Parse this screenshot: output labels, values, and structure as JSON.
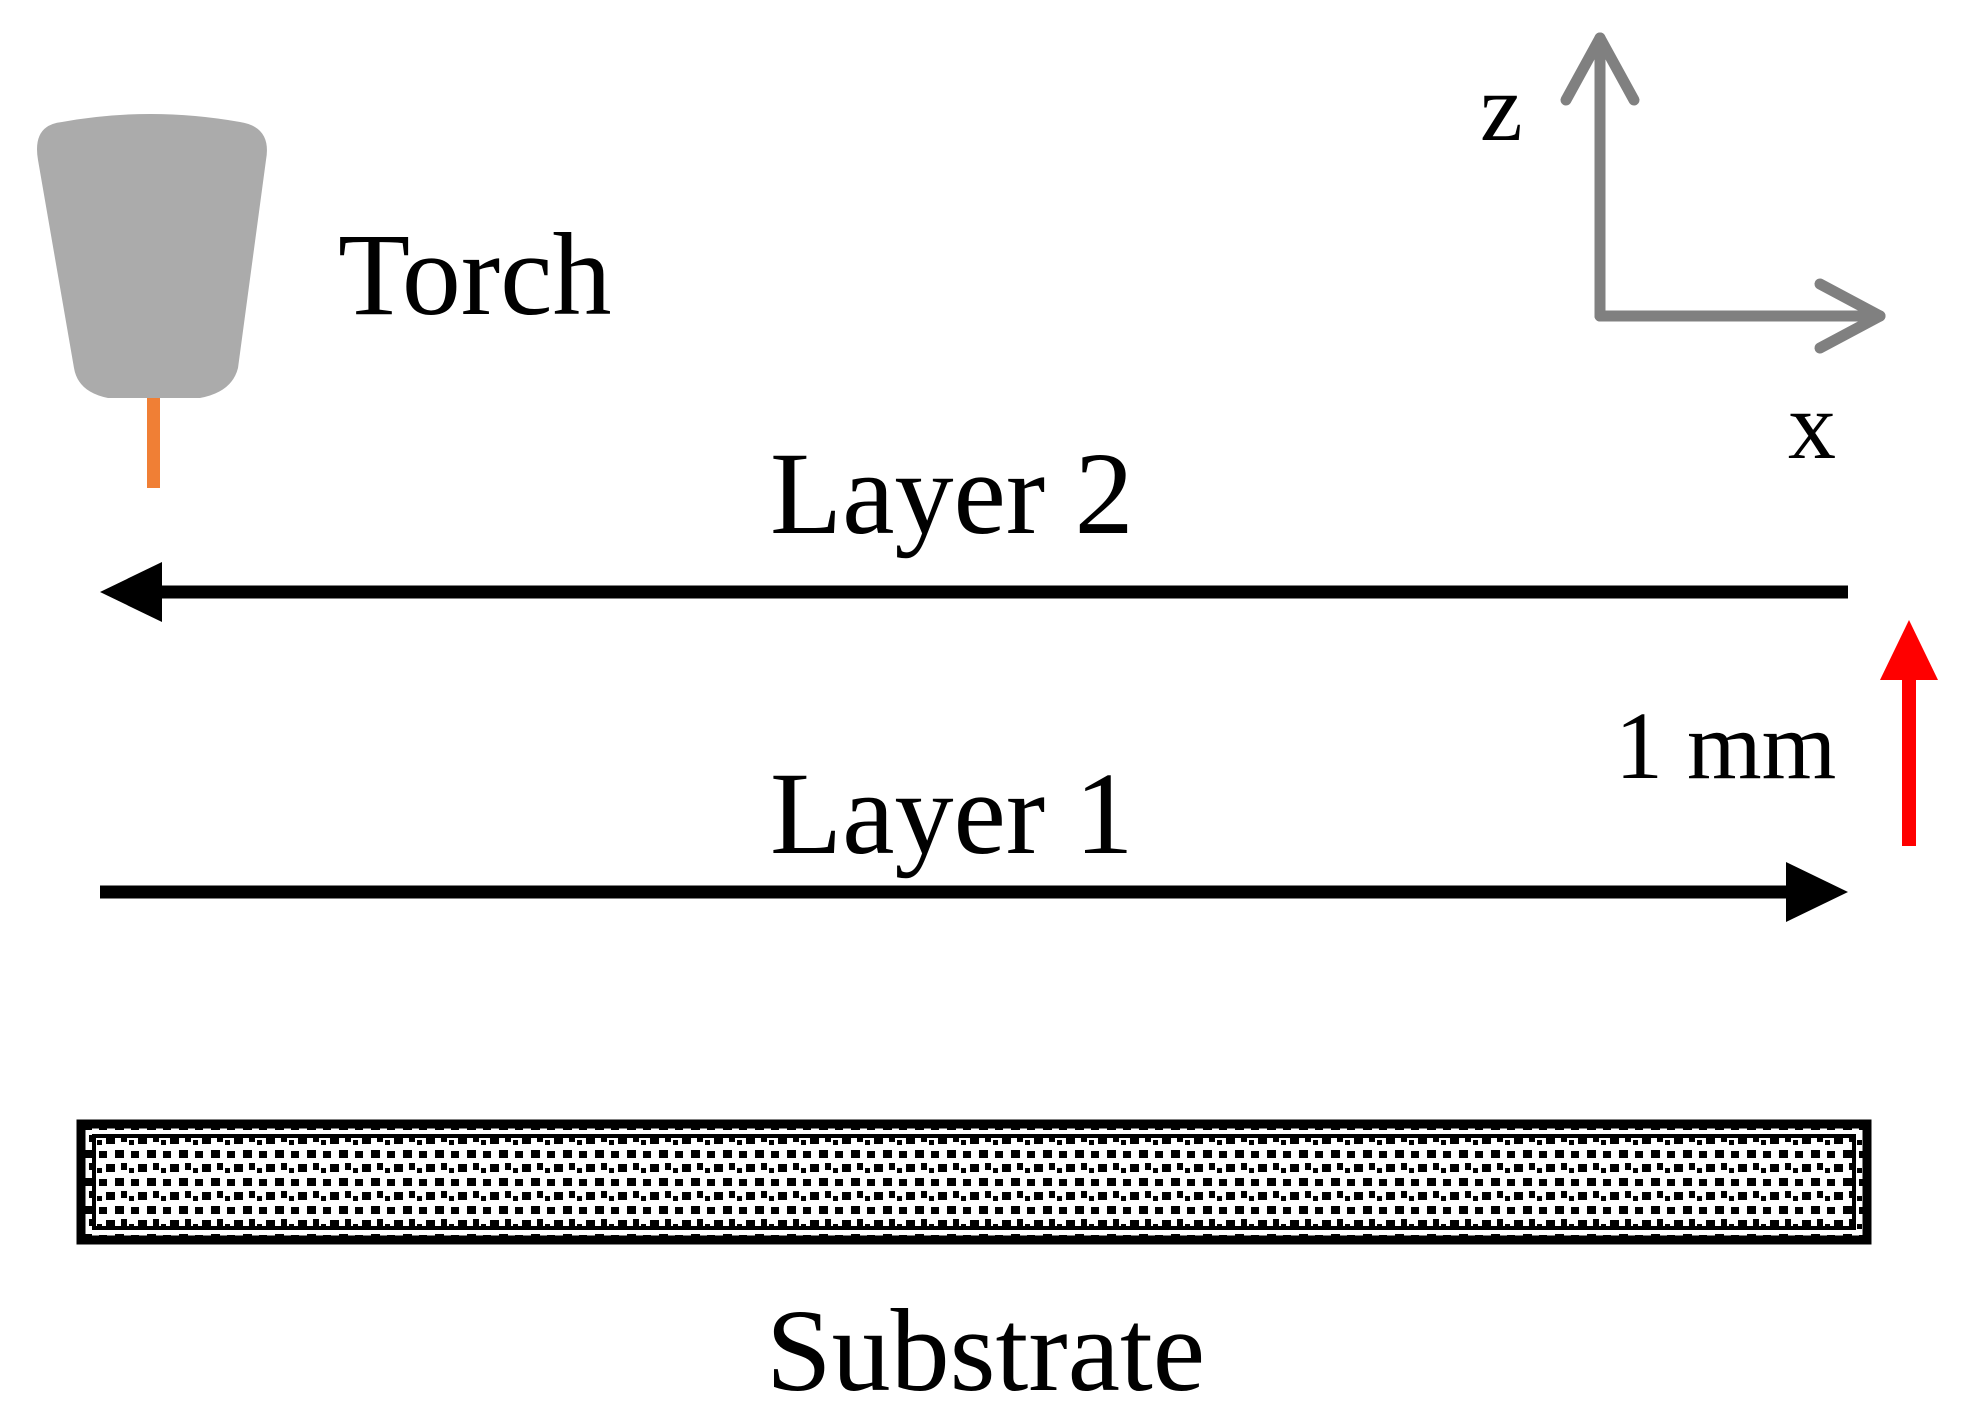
{
  "labels": {
    "torch": "Torch",
    "axis_z": "z",
    "axis_x": "x",
    "layer2": "Layer 2",
    "layer1": "Layer 1",
    "layer_step": "1 mm",
    "substrate": "Substrate"
  },
  "colors": {
    "torch_body": "#ababab",
    "wire": "#f07f35",
    "axes": "#808080",
    "path_arrows": "#000000",
    "step_arrow": "#ff0000",
    "substrate_fill": "#000000",
    "substrate_pattern": "#ffffff"
  },
  "icons": {
    "torch": "welding-torch-icon",
    "axes": "xz-coordinate-axes-icon"
  }
}
